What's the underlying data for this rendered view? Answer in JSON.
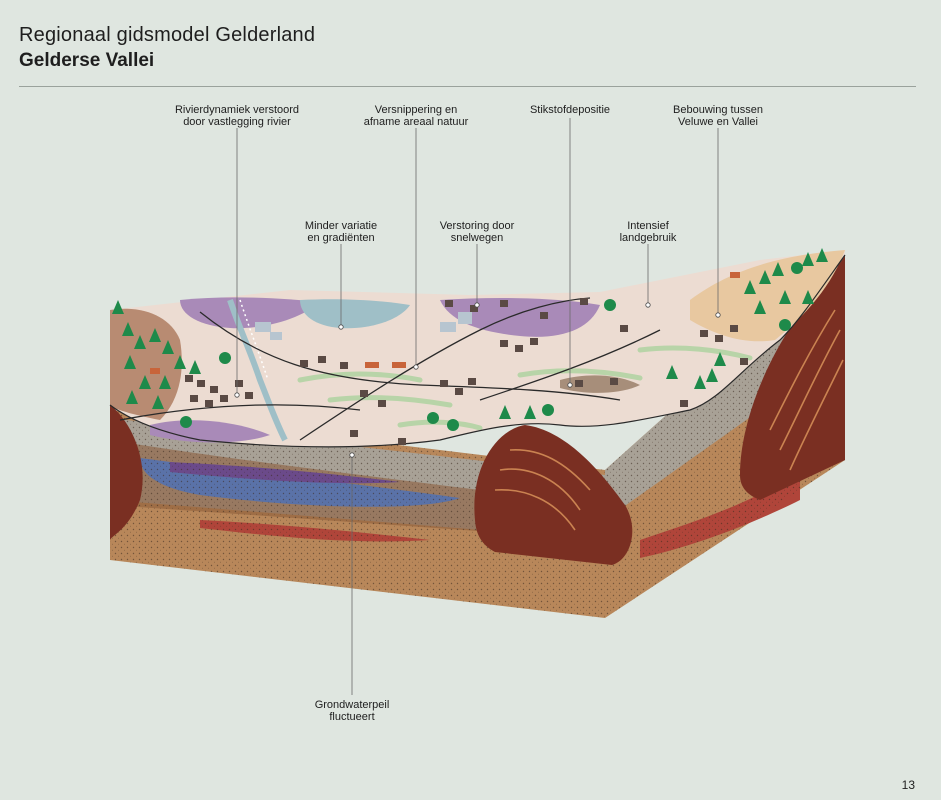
{
  "header": {
    "title": "Regionaal gidsmodel Gelderland",
    "subtitle": "Gelderse Vallei"
  },
  "annotations": [
    {
      "id": "rivier",
      "text": "Rivierdynamiek verstoord\ndoor  vastlegging rivier"
    },
    {
      "id": "versnippering",
      "text": "Versnippering en\nafname areaal natuur"
    },
    {
      "id": "stikstof",
      "text": "Stikstofdepositie"
    },
    {
      "id": "bebouwing",
      "text": "Bebouwing tussen\nVeluwe en Vallei"
    },
    {
      "id": "variatie",
      "text": "Minder variatie\nen gradiënten"
    },
    {
      "id": "snelwegen",
      "text": "Verstoring door\nsnelwegen"
    },
    {
      "id": "landgebruik",
      "text": "Intensief\nlandgebruik"
    },
    {
      "id": "grondwater",
      "text": "Grondwaterpeil\nfluctueert"
    }
  ],
  "footer": {
    "page_number": "13"
  },
  "colors": {
    "background": "#dfe6e0",
    "soil_dark": "#7a2f22",
    "soil_sand": "#b8875a",
    "soil_grey": "#a8a196",
    "groundwater": "#5a72a8",
    "nature_purple": "#a98ab8",
    "water": "#9fbfc7",
    "tree_green": "#1e8a4a"
  }
}
